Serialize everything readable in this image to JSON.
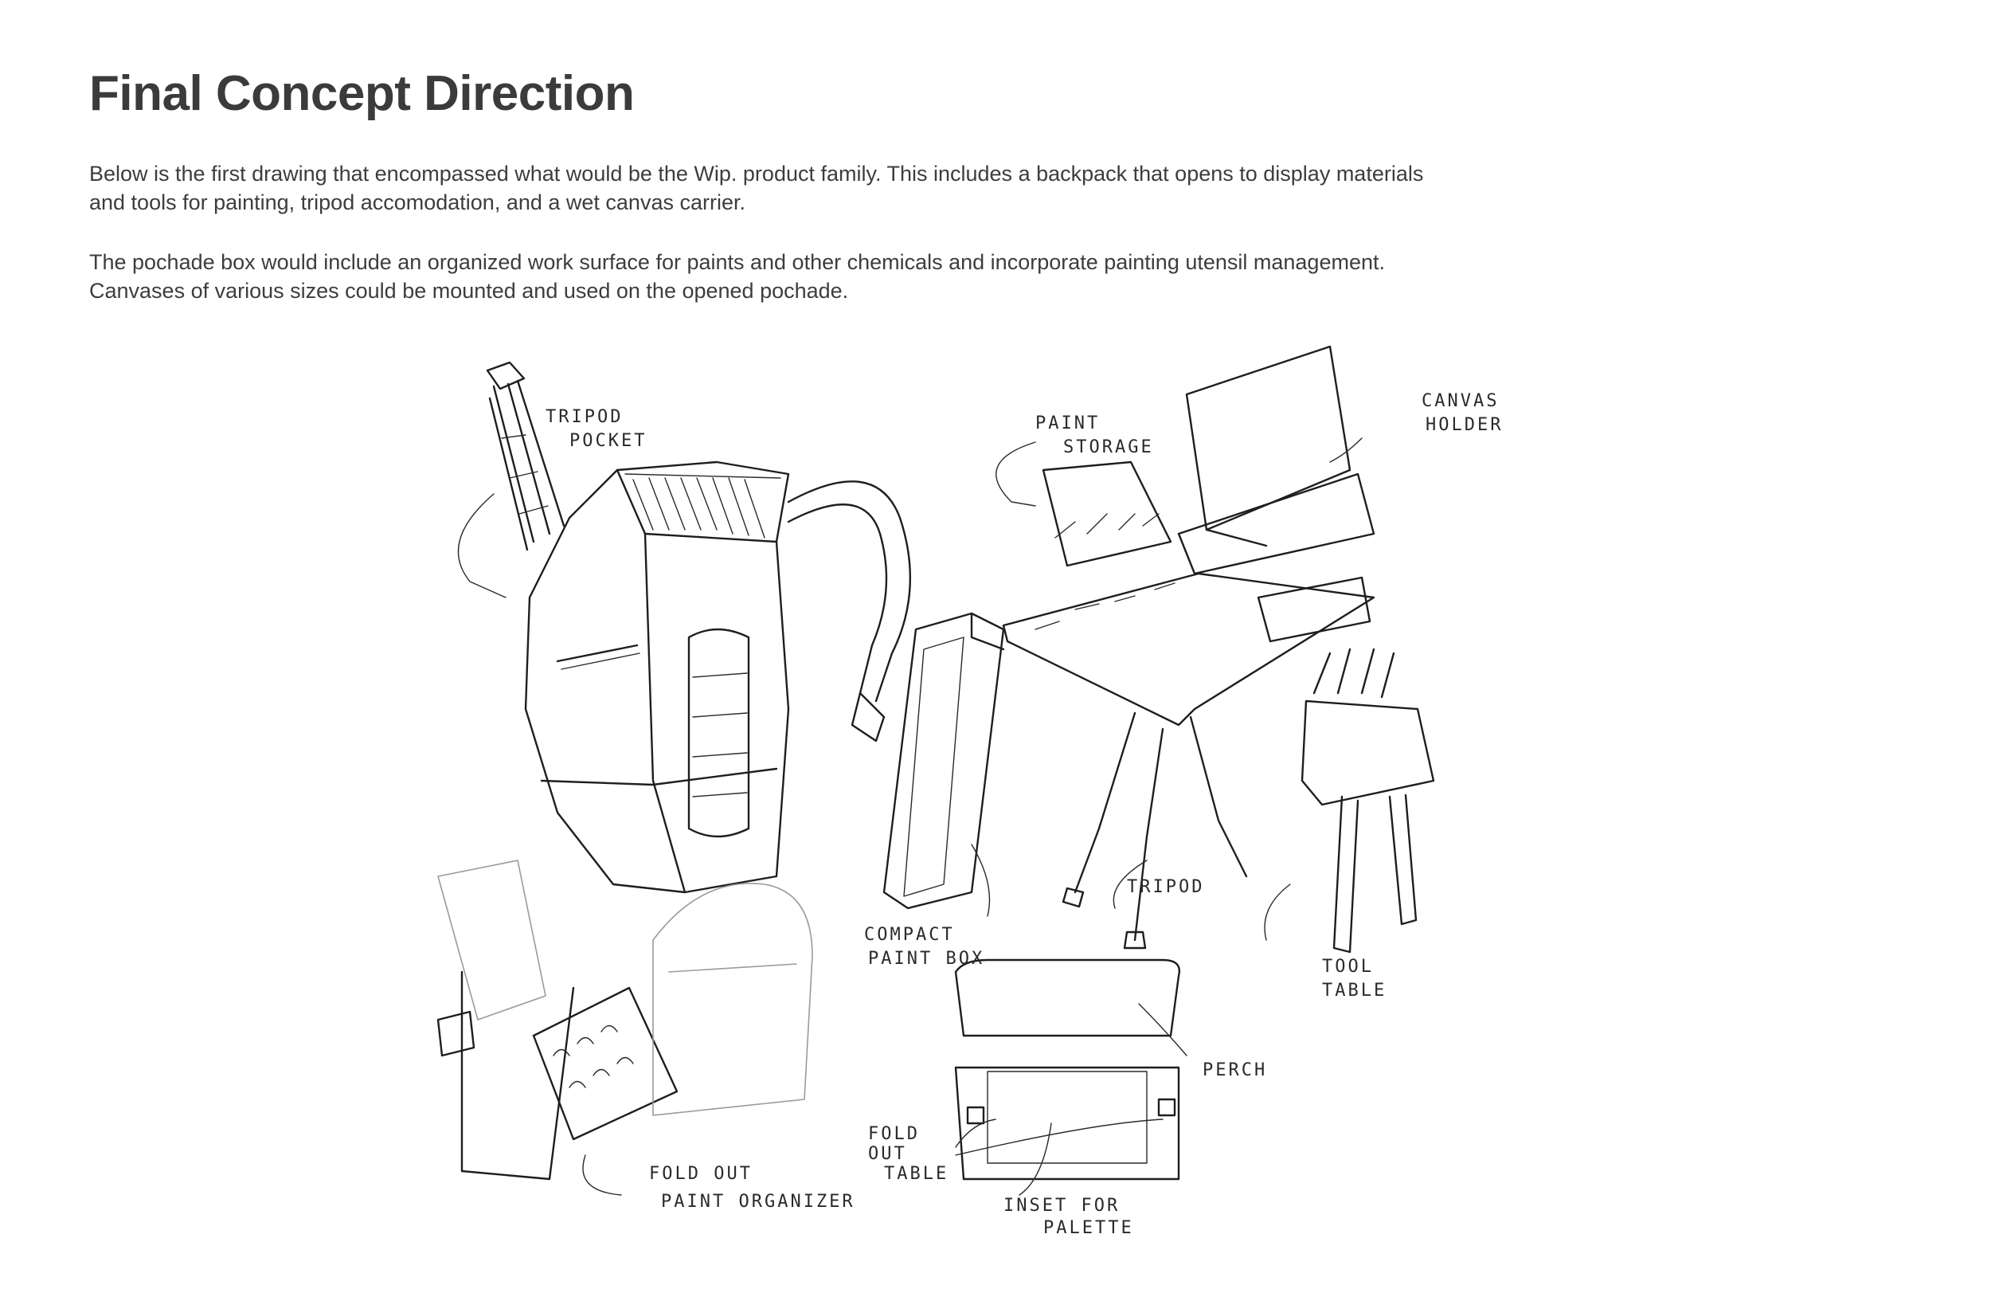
{
  "header": {
    "title": "Final Concept Direction"
  },
  "body": {
    "paragraph_1": "Below is the first drawing that encompassed what would be the Wip. product family. This includes a backpack that opens to display materials and tools for painting, tripod accomodation, and a wet canvas carrier.",
    "paragraph_2": "The pochade box would include an organized work surface for paints and other chemicals and incorporate painting utensil management. Canvases of various sizes could be mounted and used on the opened pochade."
  },
  "sketch": {
    "labels": {
      "tripod_pocket_1": "TRIPOD",
      "tripod_pocket_2": "POCKET",
      "paint_storage_1": "PAINT",
      "paint_storage_2": "STORAGE",
      "canvas_holder_1": "CANVAS",
      "canvas_holder_2": "HOLDER",
      "compact_paint_box_1": "COMPACT",
      "compact_paint_box_2": "PAINT BOX",
      "tripod": "TRIPOD",
      "tool_table_1": "TOOL",
      "tool_table_2": "TABLE",
      "perch": "PERCH",
      "fold_out_table_1": "FOLD",
      "fold_out_table_2": "OUT",
      "fold_out_table_3": "TABLE",
      "fold_out_organizer_1": "FOLD OUT",
      "fold_out_organizer_2": "PAINT ORGANIZER",
      "inset_palette_1": "INSET FOR",
      "inset_palette_2": "PALETTE"
    }
  }
}
